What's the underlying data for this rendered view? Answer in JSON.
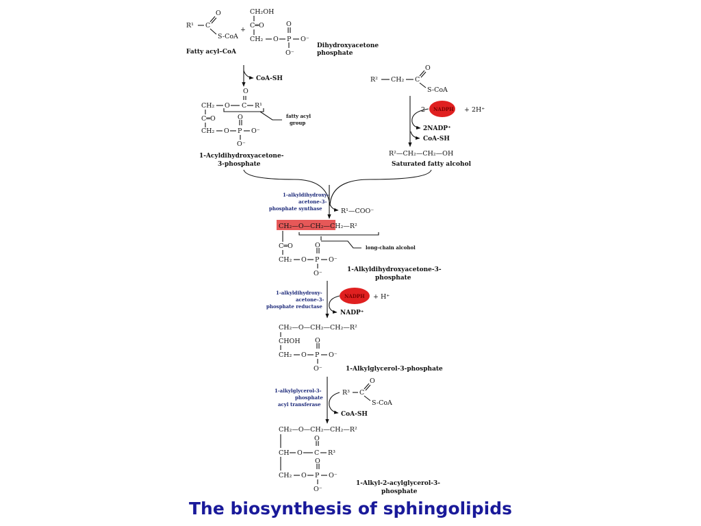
{
  "slide": {
    "caption": "The biosynthesis of sphingolipids"
  },
  "diagram": {
    "colors": {
      "highlight": "#e23b3b",
      "enzyme_text": "#1d2a7a",
      "caption": "#1a1a9a",
      "nadph": "#e02020"
    },
    "fatty_acyl_coa": {
      "r": "R¹",
      "c": "C",
      "o": "O",
      "s": "S-CoA",
      "label": "Fatty acyl–CoA"
    },
    "plus": "+",
    "dhap": {
      "r1": "CH₂OH",
      "r2": "C═O",
      "r3a": "CH₂",
      "r3b": "O",
      "p": "P",
      "o": "O",
      "om": "O⁻",
      "label1": "Dihydroxyacetone",
      "label2": "phosphate"
    },
    "coash1": "CoA-SH",
    "acyl_dhap": {
      "r1a": "CH₂",
      "r1b": "O",
      "c": "C",
      "r": "R¹",
      "o": "O",
      "r2": "C═O",
      "r3a": "CH₂",
      "r3b": "O",
      "p": "P",
      "om": "O⁻",
      "group1": "fatty acyl",
      "group2": "group",
      "label1": "1-Acyldihydroxyacetone-",
      "label2": "3-phosphate"
    },
    "r2_acyl": {
      "r": "R²",
      "ch": "CH₂",
      "c": "C",
      "o": "O",
      "s": "S-CoA"
    },
    "reduction": {
      "two": "2",
      "nadph": "NADPH",
      "h": "+ 2H⁺",
      "nadp": "2NADP⁺",
      "coash": "CoA-SH"
    },
    "fatty_alcohol": {
      "formula": "R²—CH₂—CH₂—OH",
      "label": "Saturated fatty alcohol"
    },
    "enzyme1": [
      "1-alkyldihydroxy-",
      "acetone-3-",
      "phosphate synthase"
    ],
    "r1coo": "R¹—COO⁻",
    "alkyl_dhap": {
      "top": "CH₂—O—CH₂—CH₂—R²",
      "r2": "C═O",
      "r3a": "CH₂",
      "r3b": "O",
      "p": "P",
      "om": "O⁻",
      "long_chain": "long-chain alcohol",
      "label1": "1-Alkyldihydroxyacetone-3-",
      "label2": "phosphate"
    },
    "enzyme2": [
      "1-alkyldihydroxy-",
      "acetone-3-",
      "phosphate reductase"
    ],
    "nadph2": {
      "nadph": "NADPH",
      "h": "+ H⁺",
      "nadp": "NADP⁺"
    },
    "alkyl_g3p": {
      "top": "CH₂—O—CH₂—CH₂—R²",
      "r2": "CHOH",
      "r3a": "CH₂",
      "r3b": "O",
      "p": "P",
      "om": "O⁻",
      "label": "1-Alkylglycerol-3-phosphate"
    },
    "enzyme3": [
      "1-alkylglycerol-3-",
      "phosphate",
      "acyl transferase"
    ],
    "r3_acyl": {
      "r": "R³",
      "c": "C",
      "o": "O",
      "s": "S-CoA"
    },
    "coash3": "CoA-SH",
    "alkyl_acyl": {
      "top": "CH₂—O—CH₂—CH₂—R²",
      "r2a": "CH",
      "r2b": "O",
      "c": "C",
      "r": "R³",
      "o": "O",
      "r3a": "CH₂",
      "r3b": "O",
      "p": "P",
      "om": "O⁻",
      "label1": "1-Alkyl-2-acylglycerol-3-",
      "label2": "phosphate"
    }
  }
}
